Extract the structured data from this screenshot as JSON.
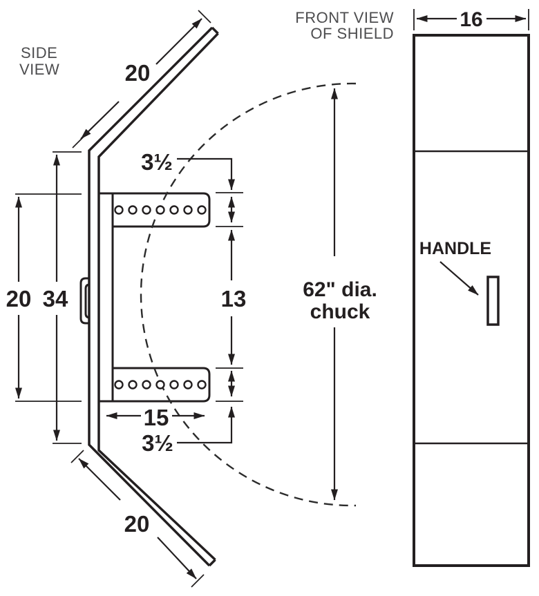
{
  "colors": {
    "ink": "#231f20",
    "label_gray": "#4d4d4f",
    "background": "#ffffff"
  },
  "side_view": {
    "title": [
      "SIDE",
      "VIEW"
    ],
    "dimensions": {
      "upper_flap_length": "20",
      "lower_flap_length": "20",
      "bracket_outer_span": "20",
      "panel_height": "34",
      "bar_inner_gap": "13",
      "bar_length": "15",
      "bar_height_top": "3½",
      "bar_height_bottom": "3½"
    },
    "chuck_note": [
      "62\" dia.",
      "chuck"
    ]
  },
  "front_view": {
    "title": [
      "FRONT VIEW",
      "OF SHIELD"
    ],
    "width": "16",
    "handle_label": "HANDLE"
  }
}
